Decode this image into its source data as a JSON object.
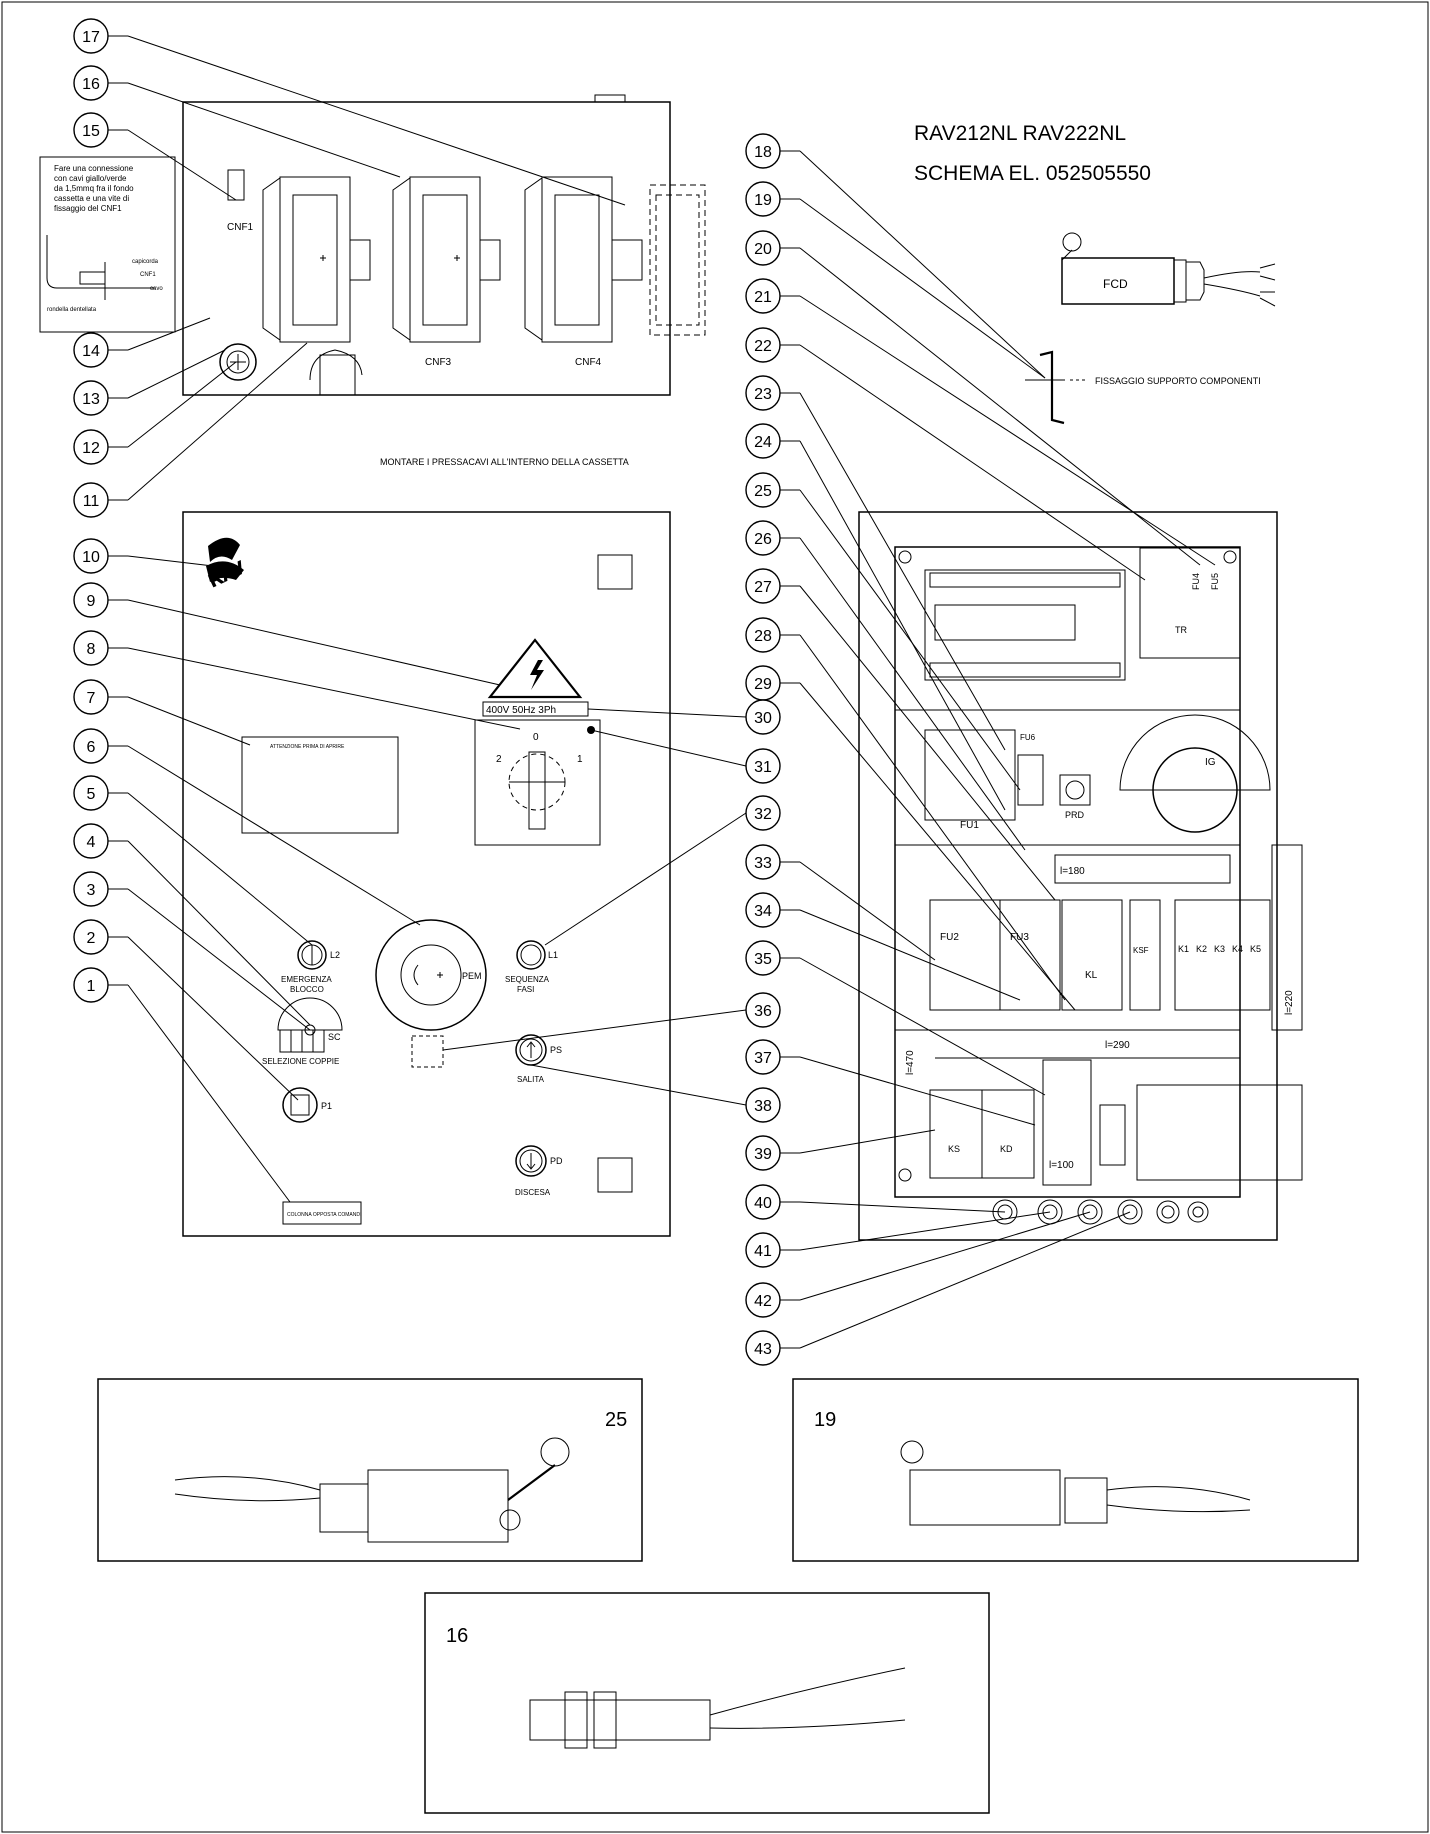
{
  "header": {
    "models": "RAV212NL   RAV222NL",
    "schema": "SCHEMA EL. 052505550"
  },
  "labels": {
    "fcd": "FCD",
    "fissaggio": "FISSAGGIO SUPPORTO COMPONENTI",
    "cnf1": "CNF1",
    "cnf3": "CNF3",
    "cnf4": "CNF4",
    "montare": "MONTARE I PRESSACAVI ALL'INTERNO DELLA CASSETTA",
    "note_lines": [
      "Fare una connessione",
      "con cavi giallo/verde",
      "da 1,5mmq fra il fondo",
      "cassetta e una vite di",
      "fissaggio del CNF1"
    ],
    "note_tags": [
      "capicorda",
      "CNF1",
      "cavo",
      "rondella dentellata"
    ],
    "logo": "RAV",
    "voltage": "400V 50Hz 3Ph",
    "switch_0": "0",
    "switch_1": "1",
    "switch_2": "2",
    "plate_text": "ATTENZIONE PRIMA DI APRIRE",
    "pem": "PEM",
    "l2": "L2",
    "l1": "L1",
    "emergenza": "EMERGENZA",
    "blocco": "BLOCCO",
    "sequenza": "SEQUENZA",
    "fasi": "FASI",
    "sc": "SC",
    "selezione": "SELEZIONE COPPIE",
    "p1": "P1",
    "ps": "PS",
    "salita": "SALITA",
    "pd": "PD",
    "discesa": "DISCESA",
    "bottom_plate": "COLONNA OPPOSTA COMANDI",
    "fu4": "FU4",
    "fu5": "FU5",
    "tr": "TR",
    "fu6": "FU6",
    "fu1": "FU1",
    "prd": "PRD",
    "ig": "IG",
    "l180": "l=180",
    "fu2": "FU2",
    "fu3": "FU3",
    "kl": "KL",
    "ksf": "KSF",
    "k1": "K1",
    "k2": "K2",
    "k3": "K3",
    "k4": "K4",
    "k5": "K5",
    "l220": "l=220",
    "l470": "l=470",
    "l290": "l=290",
    "ks": "KS",
    "kd": "KD",
    "l100": "l=100",
    "inset25": "25",
    "inset19": "19",
    "inset16": "16"
  },
  "callouts": [
    "1",
    "2",
    "3",
    "4",
    "5",
    "6",
    "7",
    "8",
    "9",
    "10",
    "11",
    "12",
    "13",
    "14",
    "15",
    "16",
    "17",
    "18",
    "19",
    "20",
    "21",
    "22",
    "23",
    "24",
    "25",
    "26",
    "27",
    "28",
    "29",
    "30",
    "31",
    "32",
    "33",
    "34",
    "35",
    "36",
    "37",
    "38",
    "39",
    "40",
    "41",
    "42",
    "43"
  ],
  "colors": {
    "line": "#000000",
    "background": "#ffffff"
  }
}
